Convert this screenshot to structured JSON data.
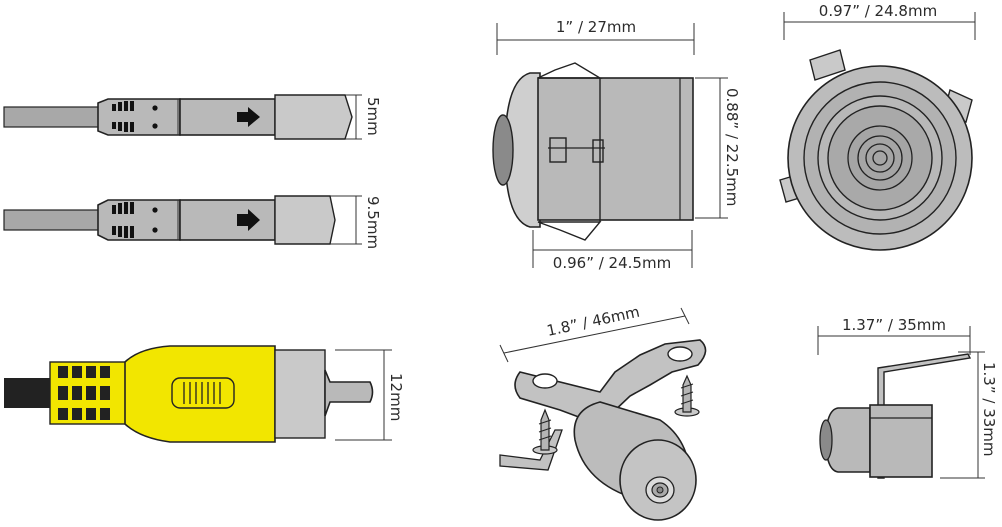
{
  "cables": {
    "cable_5mm_label": "5mm",
    "cable_9_5mm_label": "9.5mm",
    "rca_label": "12mm"
  },
  "flush_camera": {
    "width_label": "1” / 27mm",
    "height_label": "0.88” / 22.5mm",
    "body_label": "0.96” / 24.5mm",
    "front_label": "0.97” / 24.8mm"
  },
  "bracket_camera": {
    "bracket_label": "1.8” / 46mm"
  },
  "side_camera": {
    "width_label": "1.37” / 35mm",
    "height_label": "1.3” / 33mm"
  },
  "colors": {
    "rca_yellow": "#f2e600",
    "metal_gray": "#b9b9b9",
    "cable_gray": "#a8a8a8",
    "outline": "#222222"
  }
}
